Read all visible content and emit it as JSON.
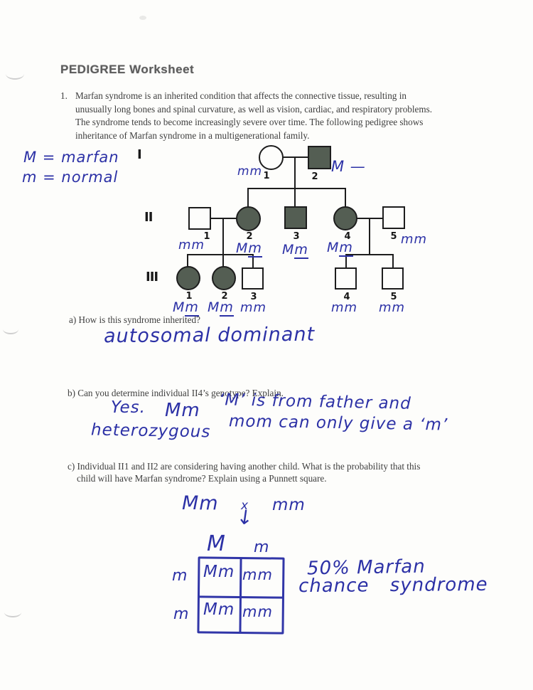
{
  "header": {
    "title": "PEDIGREE Worksheet"
  },
  "question1": {
    "number": "1.",
    "lines": [
      "Marfan syndrome is an inherited condition that affects the connective tissue, resulting in",
      "unusually long bones and spinal curvature, as well as vision, cardiac, and respiratory problems.",
      "The syndrome tends to become increasingly severe over time. The following pedigree shows",
      "inheritance of Marfan syndrome in a multigenerational family."
    ]
  },
  "legend": {
    "line1": "M = marfan",
    "line2": "m = normal"
  },
  "pedigree": {
    "generation_labels": [
      "I",
      "II",
      "III"
    ],
    "individuals": [
      {
        "id": "I-1",
        "sex": "female",
        "affected": false,
        "number": "1",
        "genotype_main": "mm",
        "genotype_ul": ""
      },
      {
        "id": "I-2",
        "sex": "male",
        "affected": true,
        "number": "2",
        "genotype_main": "M —",
        "genotype_ul": ""
      },
      {
        "id": "II-1",
        "sex": "male",
        "affected": false,
        "number": "1",
        "genotype_main": "mm",
        "genotype_ul": ""
      },
      {
        "id": "II-2",
        "sex": "female",
        "affected": true,
        "number": "2",
        "genotype_main": "M",
        "genotype_ul": "m"
      },
      {
        "id": "II-3",
        "sex": "male",
        "affected": true,
        "number": "3",
        "genotype_main": "M",
        "genotype_ul": "m"
      },
      {
        "id": "II-4",
        "sex": "female",
        "affected": true,
        "number": "4",
        "genotype_main": "M",
        "genotype_ul": "m"
      },
      {
        "id": "II-5",
        "sex": "male",
        "affected": false,
        "number": "5",
        "genotype_main": "mm",
        "genotype_ul": ""
      },
      {
        "id": "III-1",
        "sex": "female",
        "affected": true,
        "number": "1",
        "genotype_main": "M",
        "genotype_ul": "m"
      },
      {
        "id": "III-2",
        "sex": "female",
        "affected": true,
        "number": "2",
        "genotype_main": "M",
        "genotype_ul": "m"
      },
      {
        "id": "III-3",
        "sex": "male",
        "affected": false,
        "number": "3",
        "genotype_main": "mm",
        "genotype_ul": ""
      },
      {
        "id": "III-4",
        "sex": "male",
        "affected": false,
        "number": "4",
        "genotype_main": "mm",
        "genotype_ul": ""
      },
      {
        "id": "III-5",
        "sex": "male",
        "affected": false,
        "number": "5",
        "genotype_main": "mm",
        "genotype_ul": ""
      }
    ]
  },
  "question_a": {
    "label": "a) How is this syndrome inherited?",
    "answer": "autosomal dominant"
  },
  "question_b": {
    "label": "b) Can you determine individual II4’s genotype? Explain.",
    "answer_yes": "Yes.",
    "answer_genotype": "Mm",
    "answer_line1": "‘M’ is from father and",
    "answer_hetero": "heterozygous",
    "answer_line2": "mom can only give a ‘m’"
  },
  "question_c": {
    "label_line1": "c) Individual II1 and II2 are considering having another child. What is the probability that this",
    "label_line2": "child will have Marfan syndrome? Explain using a Punnett square.",
    "cross_left": "Mm",
    "cross_x": "x",
    "cross_right": "mm",
    "arrow": "↓"
  },
  "punnett": {
    "col_headers": [
      "M",
      "m"
    ],
    "row_headers": [
      "m",
      "m"
    ],
    "cells": [
      [
        "Mm",
        "mm"
      ],
      [
        "Mm",
        "mm"
      ]
    ],
    "result_line1": "50% Marfan",
    "result_line2": "chance syndrome"
  }
}
